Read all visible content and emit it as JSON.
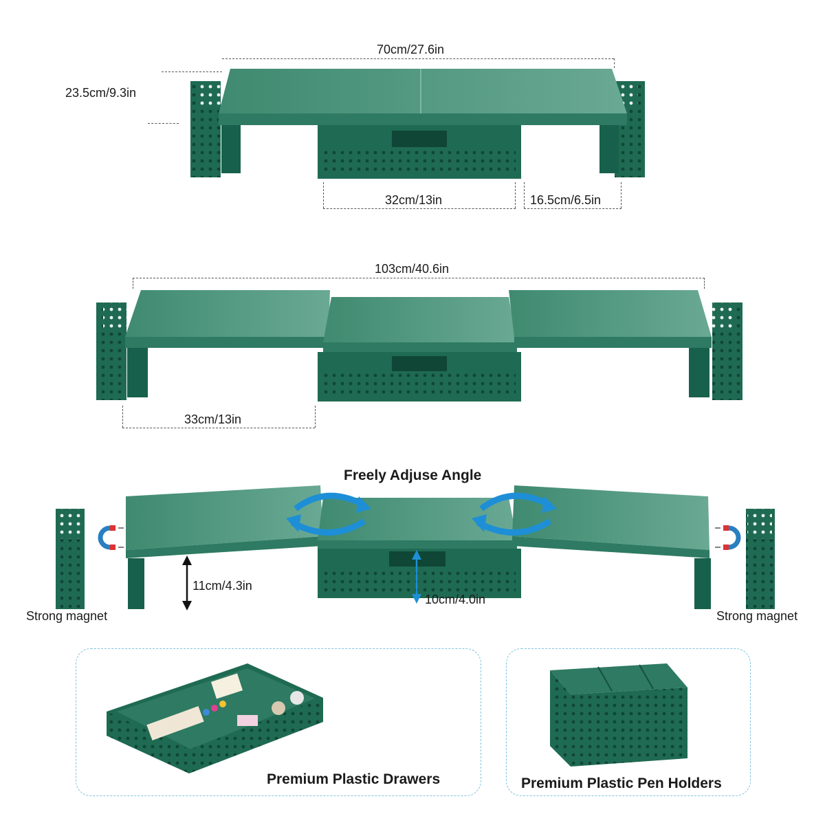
{
  "colors": {
    "green_top": "#5f9f88",
    "green_mid": "#2e7a62",
    "green_dark": "#17614c",
    "panel_border": "#7fc4dd",
    "arrow_blue": "#1e8fd6"
  },
  "section1": {
    "width_label": "70cm/27.6in",
    "depth_label": "23.5cm/9.3in",
    "drawer_label": "32cm/13in",
    "side_label": "16.5cm/6.5in"
  },
  "section2": {
    "width_label": "103cm/40.6in",
    "wing_label": "33cm/13in"
  },
  "section3": {
    "title": "Freely Adjuse Angle",
    "height_label": "11cm/4.3in",
    "drawer_height_label": "10cm/4.0in",
    "magnet_left": "Strong magnet",
    "magnet_right": "Strong magnet"
  },
  "features": {
    "drawers_caption": "Premium Plastic Drawers",
    "pen_holders_caption": "Premium Plastic Pen Holders"
  }
}
